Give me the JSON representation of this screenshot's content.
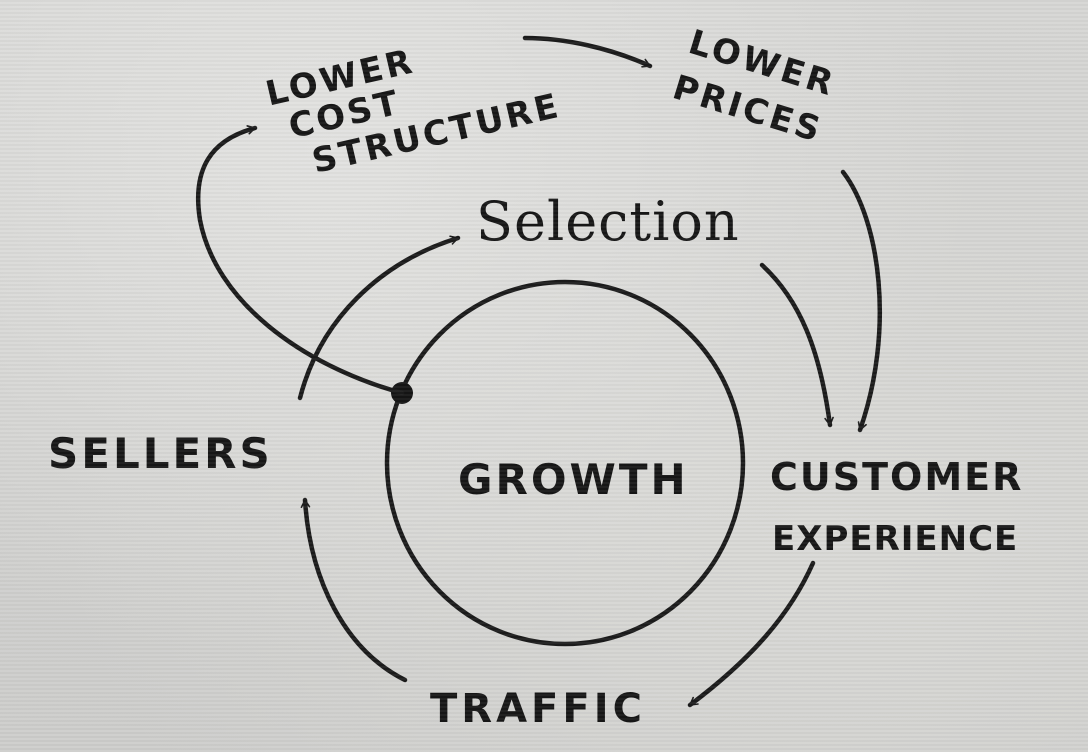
{
  "diagram": {
    "center": "GROWTH",
    "nodes": {
      "lower_cost_structure": [
        "LOWER",
        "COST",
        "STRUCTURE"
      ],
      "lower_prices": [
        "LOWER",
        "PRICES"
      ],
      "selection": "Selection",
      "customer_experience": [
        "CUSTOMER",
        "EXPERIENCE"
      ],
      "traffic": "TRAFFIC",
      "sellers": "SELLERS"
    },
    "ink_color": "#1b1b1b",
    "paper_color": "#d4d4d2"
  }
}
